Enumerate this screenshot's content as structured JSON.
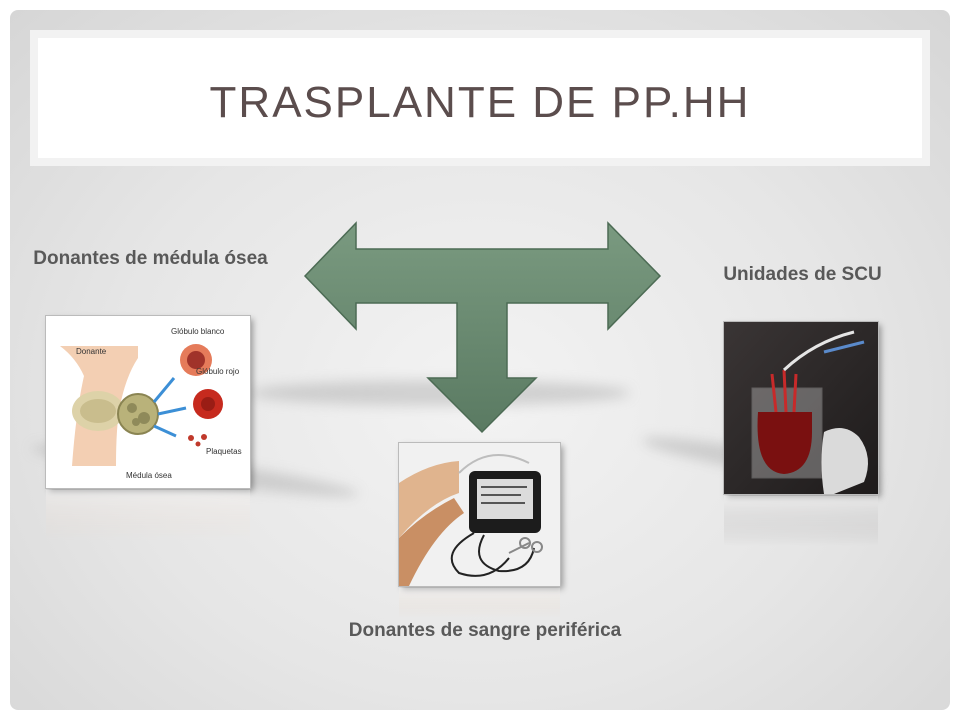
{
  "title": "TRASPLANTE DE PP.HH",
  "labels": {
    "bone_marrow": "Donantes de médula ósea",
    "cord_blood": "Unidades de SCU",
    "peripheral": "Donantes de sangre periférica"
  },
  "bone_marrow_image": {
    "donante": "Donante",
    "globulo_blanco": "Glóbulo blanco",
    "globulo_rojo": "Glóbulo rojo",
    "plaquetas": "Plaquetas",
    "medula_osea": "Médula ósea"
  },
  "colors": {
    "arrow_fill": "#6a8a72",
    "title_text": "#5b4d4d",
    "label_text": "#595959"
  }
}
